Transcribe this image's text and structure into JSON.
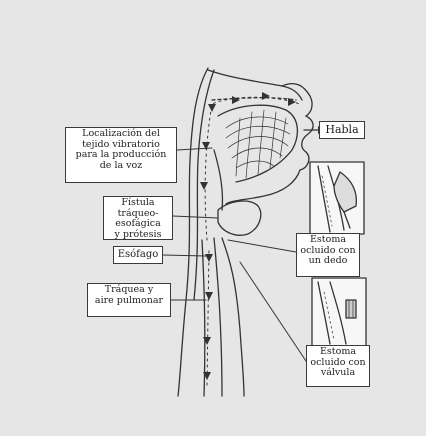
{
  "labels": {
    "habla": "Habla",
    "vibratorio": "Localización del\ntejido vibratorio\npara la producción\nde la voz",
    "fistula": "Fístula\ntráqueo-esofágica\ny prótesis",
    "esofago": "Esófago",
    "traquea": "Tráquea y\naire pulmonar",
    "estoma_dedo": "Estoma\nocluido con\nun dedo",
    "estoma_valvula": "Estoma\nocluido con\nválvula"
  },
  "colors": {
    "background": "#e6e6e6",
    "line": "#333333",
    "box_fill": "#ffffff"
  },
  "icons": [
    "head-cross-section",
    "stoma-finger-inset",
    "stoma-valve-inset",
    "airflow-arrow"
  ]
}
